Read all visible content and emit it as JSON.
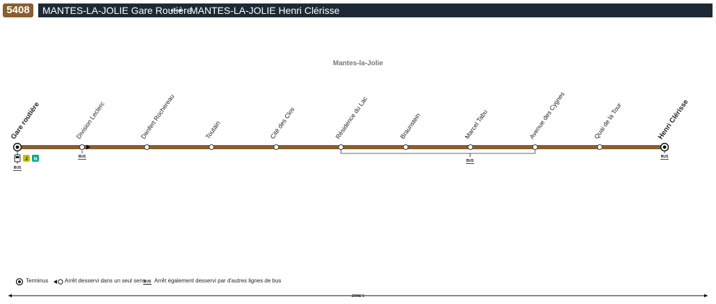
{
  "header": {
    "line_number": "5408",
    "origin": "MANTES-LA-JOLIE Gare Routière",
    "destination": "MANTES-LA-JOLIE Henri Clérisse"
  },
  "city": "Mantes-la-Jolie",
  "stops": [
    {
      "name": "Gare routière",
      "terminus": true,
      "bus": true,
      "one_way": false
    },
    {
      "name": "Division Leclerc",
      "terminus": false,
      "bus": true,
      "one_way": true
    },
    {
      "name": "Denfert Rochereau",
      "terminus": false,
      "bus": false,
      "one_way": false
    },
    {
      "name": "Toutain",
      "terminus": false,
      "bus": false,
      "one_way": false
    },
    {
      "name": "Cité des Clos",
      "terminus": false,
      "bus": false,
      "one_way": false
    },
    {
      "name": "Résidence du Lac",
      "terminus": false,
      "bus": false,
      "one_way": false
    },
    {
      "name": "Braunstein",
      "terminus": false,
      "bus": false,
      "one_way": false
    },
    {
      "name": "Marcel Tabu",
      "terminus": false,
      "bus": false,
      "one_way": false
    },
    {
      "name": "Avenue des Cygnes",
      "terminus": false,
      "bus": false,
      "one_way": false
    },
    {
      "name": "Quai de la Tour",
      "terminus": false,
      "bus": false,
      "one_way": false
    },
    {
      "name": "Henri Clérisse",
      "terminus": true,
      "bus": true,
      "one_way": false
    }
  ],
  "grouped_bus": {
    "from_stop": 5,
    "to_stop": 8,
    "label": "BUS"
  },
  "connections": {
    "bus_label": "BUS",
    "j_label": "J",
    "n_label": "N"
  },
  "legend": {
    "terminus": "Terminus",
    "one_way": "Arrêt desservi dans un seul sens",
    "bus_icon": "BUS",
    "bus": "Arrêt également desservi par d'autres lignes de bus"
  },
  "zone": "ZONE 5",
  "colors": {
    "line": "#8b5e2e",
    "header_bg": "#1d2a36",
    "j": "#c7c300",
    "n": "#00a88f"
  }
}
